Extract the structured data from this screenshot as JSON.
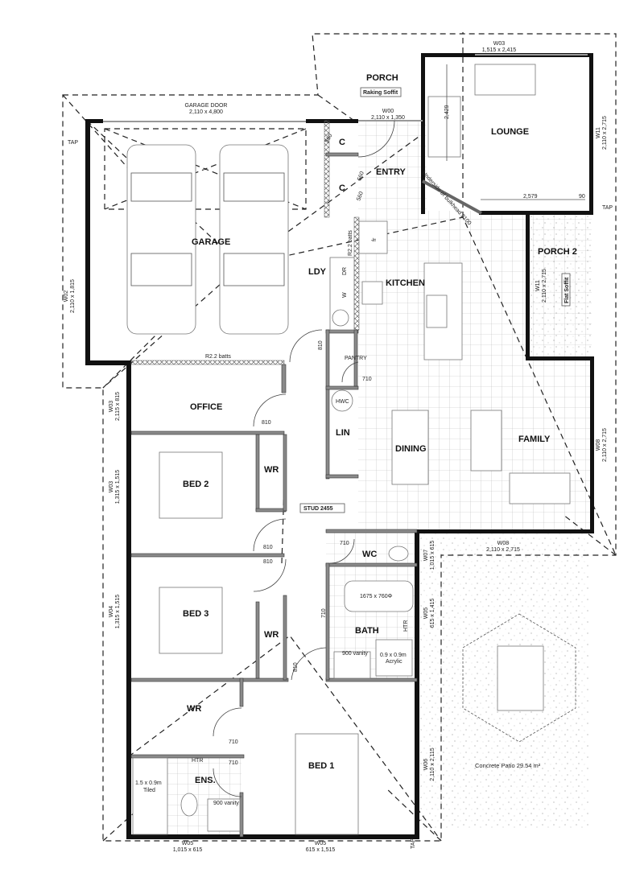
{
  "rooms": {
    "porch": "PORCH",
    "lounge": "LOUNGE",
    "garage": "GARAGE",
    "entry": "ENTRY",
    "c1": "C",
    "c2": "C",
    "ldy": "LDY",
    "kitchen": "KITCHEN",
    "porch2": "PORCH 2",
    "office": "OFFICE",
    "lin": "LIN",
    "dining": "DINING",
    "family": "FAMILY",
    "bed2": "BED 2",
    "wr2": "WR",
    "bed3": "BED 3",
    "wr3": "WR",
    "wc": "WC",
    "bath": "BATH",
    "wr1": "WR",
    "ens": "ENS.",
    "bed1": "BED 1"
  },
  "windows": {
    "w03_lounge": {
      "code": "W03",
      "size": "1,515 x 2,415"
    },
    "w00": {
      "code": "W00",
      "size": "2,110 x 1,350"
    },
    "garage_door": {
      "code": "GARAGE DOOR",
      "size": "2,110 x 4,800"
    },
    "w02": {
      "code": "W02",
      "size": "2,110 x 1,815"
    },
    "w11_lounge": {
      "code": "W11",
      "size": "2,110 x 2,715"
    },
    "w11_porch2": {
      "code": "W11",
      "size": "2,110 x 2,715"
    },
    "w03_office": {
      "code": "W03",
      "size": "2,115 x 815"
    },
    "w03_bed2": {
      "code": "W03",
      "size": "1,315 x 1,515"
    },
    "w04": {
      "code": "W04",
      "size": "1,315 x 1,515"
    },
    "w08_family": {
      "code": "W08",
      "size": "2,110 x 2,715"
    },
    "w08_patio": {
      "code": "W08",
      "size": "2,110 x 2,715"
    },
    "w07": {
      "code": "W07",
      "size": "1,015 x 615"
    },
    "w05_bath": {
      "code": "W05",
      "size": "615 x 1,415"
    },
    "w06": {
      "code": "W06",
      "size": "2,110 x 2,115"
    },
    "w05_ens": {
      "code": "W05",
      "size": "1,015 x 615"
    },
    "w05_bed1": {
      "code": "W05",
      "size": "615 x 1,515"
    }
  },
  "dimensions": {
    "c_door1": "560",
    "c_door2": "560",
    "c_door3": "560",
    "lounge_depth": "2,429",
    "lounge_width": "2,579",
    "lounge_offset": "90",
    "bulkhead": "Underside of bulkhead 2100",
    "ldy_door": "810",
    "office_door": "810",
    "bed2_door": "810",
    "bed3_door": "810",
    "bed1_door": "810",
    "pantry_door": "710",
    "wc_door": "710",
    "bath_door": "710",
    "wr1_door": "710",
    "ens_door": "710"
  },
  "notes": {
    "raking_soffit": "Raking Soffit",
    "flat_soffit": "Flat Soffit",
    "batts_garage": "R2.2 batts",
    "batts_ldy": "R2.2 batts",
    "stud": "STUD 2455",
    "tap1": "TAP",
    "tap2": "TAP",
    "tap3": "TAP",
    "pantry": "PANTRY",
    "hwc": "HWC",
    "dr": "DR",
    "w": "W",
    "fridge": "fr",
    "bath_tub": "1675 x 760Φ",
    "vanity_bath": "900 vanity",
    "vanity_ens": "900 vanity",
    "shower_bath_size": "0.9 x 0.9m",
    "shower_bath_type": "Acrylic",
    "shower_ens_size": "1.5 x 0.9m",
    "shower_ens_type": "Tiled",
    "htr_bath": "HTR",
    "htr_ens": "HTR",
    "patio": "Concrete Patio 29.54 m²"
  }
}
